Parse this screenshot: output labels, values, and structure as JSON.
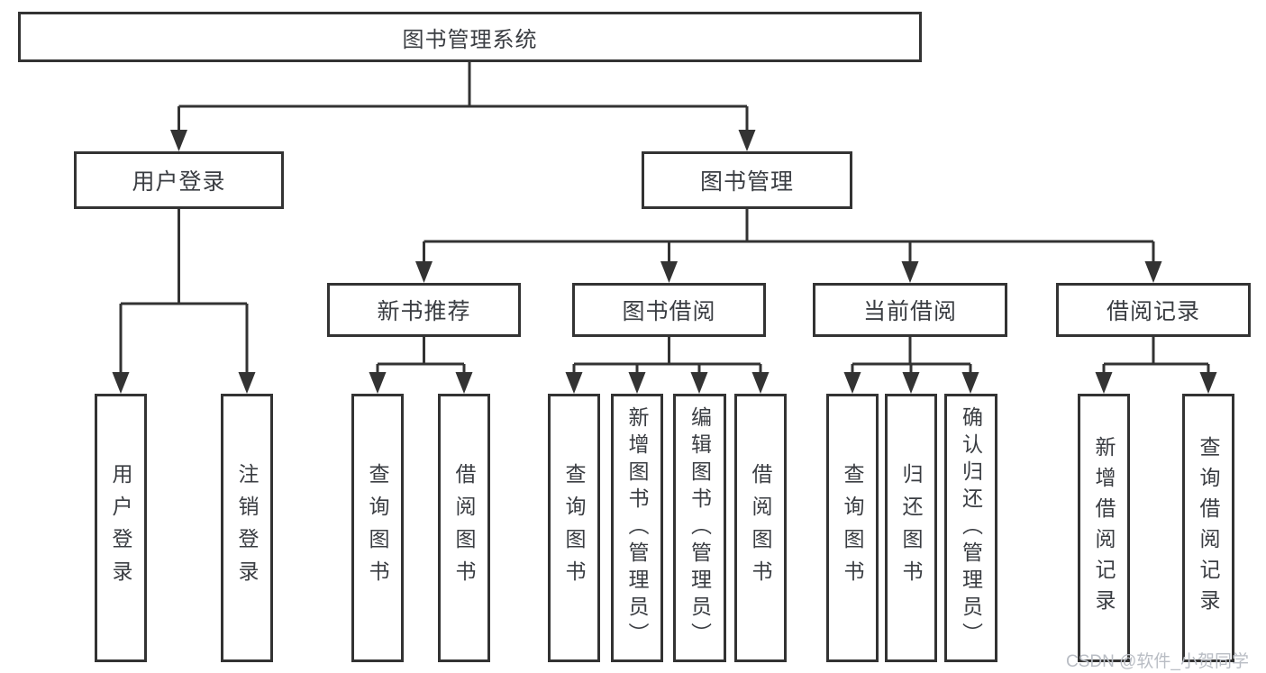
{
  "title": "图书管理系统",
  "level2": {
    "user_login": "用户登录",
    "book_mgmt": "图书管理"
  },
  "level3": {
    "new_books": "新书推荐",
    "book_borrow": "图书借阅",
    "current_borrow": "当前借阅",
    "borrow_record": "借阅记录"
  },
  "leaves": {
    "user_login": [
      "用户登录",
      "注销登录"
    ],
    "new_books": [
      "查询图书",
      "借阅图书"
    ],
    "book_borrow": [
      "查询图书",
      "新增图书（管理员）",
      "编辑图书（管理员）",
      "借阅图书"
    ],
    "current_borrow": [
      "查询图书",
      "归还图书",
      "确认归还（管理员）"
    ],
    "borrow_record": [
      "新增借阅记录",
      "查询借阅记录"
    ]
  },
  "watermark": "CSDN @软件_小贺同学",
  "colors": {
    "line": "#333333",
    "text": "#3a3d42",
    "watermark": "#b9bdc4",
    "background": "#ffffff"
  }
}
